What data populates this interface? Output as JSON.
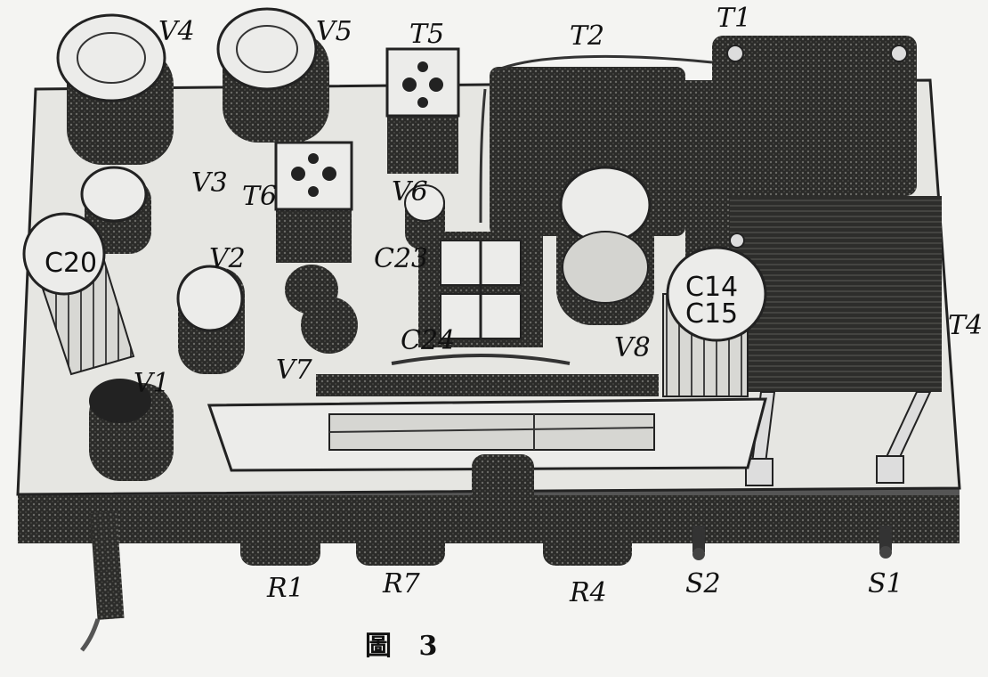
{
  "labels": {
    "V1": "V1",
    "V2": "V2",
    "V3": "V3",
    "V4": "V4",
    "V5": "V5",
    "V6": "V6",
    "V7": "V7",
    "V8": "V8",
    "T1": "T1",
    "T2": "T2",
    "T4": "T4",
    "T5": "T5",
    "T6": "T6",
    "C14": "C14",
    "C15": "C15",
    "C20": "C20",
    "C23": "C23",
    "C24": "C24",
    "R1": "R1",
    "R4": "R4",
    "R7": "R7",
    "S1": "S1",
    "S2": "S2"
  },
  "caption": "圖 3",
  "colors": {
    "ink": "#111111",
    "chassis": "#3a3a38",
    "top": "#e6e6e2",
    "paper": "#f4f4f2"
  }
}
